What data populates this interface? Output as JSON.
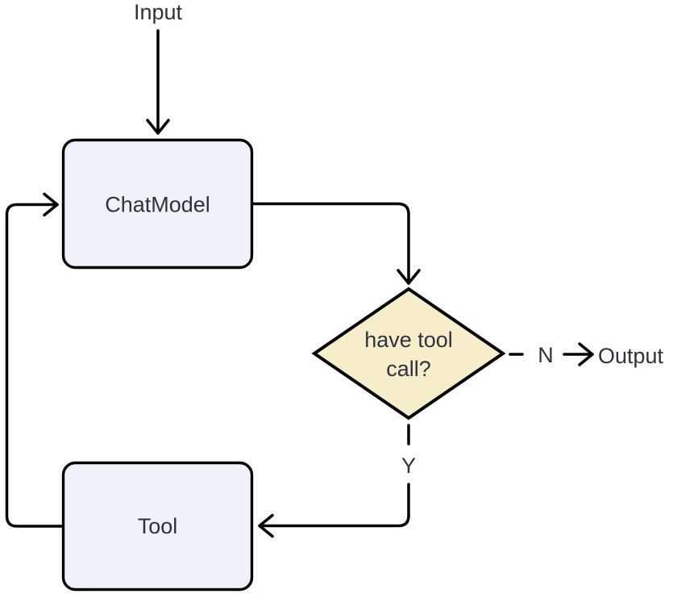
{
  "diagram": {
    "type": "flowchart",
    "background": "#ffffff",
    "line_color": "#000000",
    "text_color": "#2d333d",
    "input_label": "Input",
    "output_label": "Output",
    "nodes": {
      "chat_model": {
        "label": "ChatModel",
        "fill": "#edf2fb"
      },
      "decision": {
        "label": "have tool call?",
        "line1": "have tool",
        "line2": "call?",
        "fill": "#f8edca"
      },
      "tool": {
        "label": "Tool",
        "fill": "#edf2fb"
      }
    },
    "edge_labels": {
      "no": "N",
      "yes": "Y"
    }
  }
}
